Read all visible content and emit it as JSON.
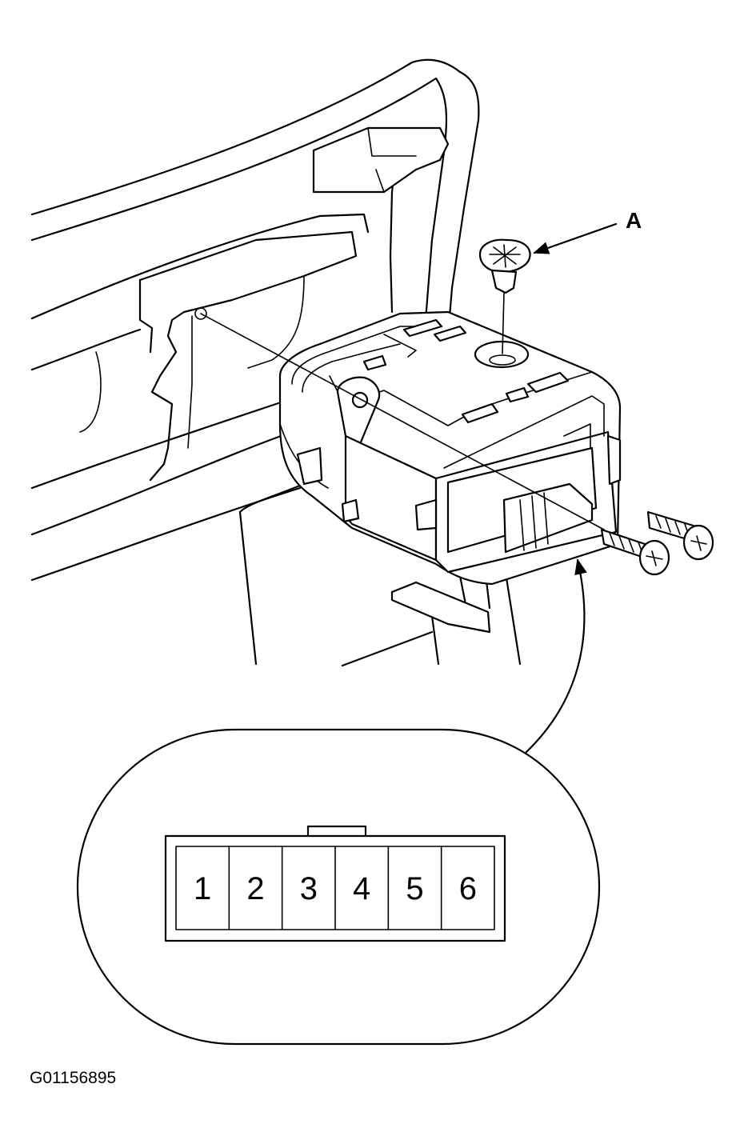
{
  "callouts": {
    "a": "A"
  },
  "connector": {
    "pins": [
      "1",
      "2",
      "3",
      "4",
      "5",
      "6"
    ]
  },
  "figure_id": "G01156895"
}
